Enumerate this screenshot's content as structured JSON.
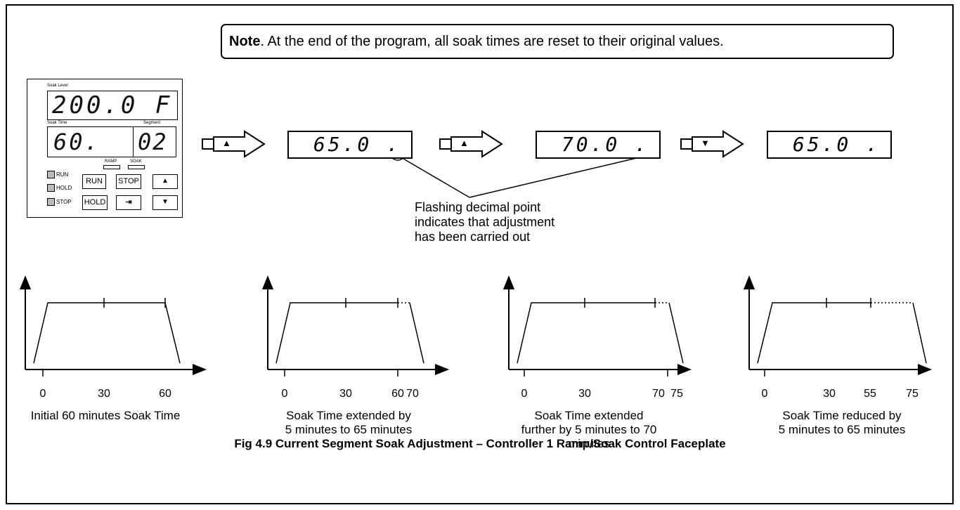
{
  "note": {
    "bold": "Note",
    "text": ". At the end of the program, all soak times are reset to their original values."
  },
  "faceplate": {
    "soak_level_label": "Soak Level",
    "soak_level_value": "200.0 F",
    "soak_time_label": "Soak Time",
    "soak_time_value": "60.",
    "segment_label": "Segment",
    "segment_value": "02",
    "ramp_label": "RAMP",
    "soak_label": "SOAK",
    "leds": [
      "RUN",
      "HOLD",
      "STOP"
    ],
    "buttons": {
      "run": "RUN",
      "stop": "STOP",
      "hold": "HOLD",
      "up": "▲",
      "down": "▼",
      "exit": "⇥"
    }
  },
  "sequence": [
    {
      "key": "▲",
      "display": "65.0 ."
    },
    {
      "key": "▲",
      "display": "70.0 ."
    },
    {
      "key": "▼",
      "display": "65.0 ."
    }
  ],
  "callout": [
    "Flashing decimal point",
    "indicates that adjustment",
    "has been carried out"
  ],
  "graphs": [
    {
      "ticks": [
        "0",
        "30",
        "60"
      ],
      "caption": [
        "Initial 60 minutes Soak Time"
      ]
    },
    {
      "ticks": [
        "0",
        "30",
        "60",
        "70"
      ],
      "caption": [
        "Soak Time extended by",
        "5 minutes to 65 minutes"
      ]
    },
    {
      "ticks": [
        "0",
        "30",
        "70",
        "75"
      ],
      "caption": [
        "Soak Time extended",
        "further by 5 minutes to 70",
        "minutes"
      ]
    },
    {
      "ticks": [
        "0",
        "30",
        "55",
        "75"
      ],
      "caption": [
        "Soak Time reduced by",
        "5 minutes to 65 minutes"
      ]
    }
  ],
  "figure_caption": "Fig 4.9 Current Segment Soak Adjustment – Controller 1 Ramp/Soak Control Faceplate"
}
